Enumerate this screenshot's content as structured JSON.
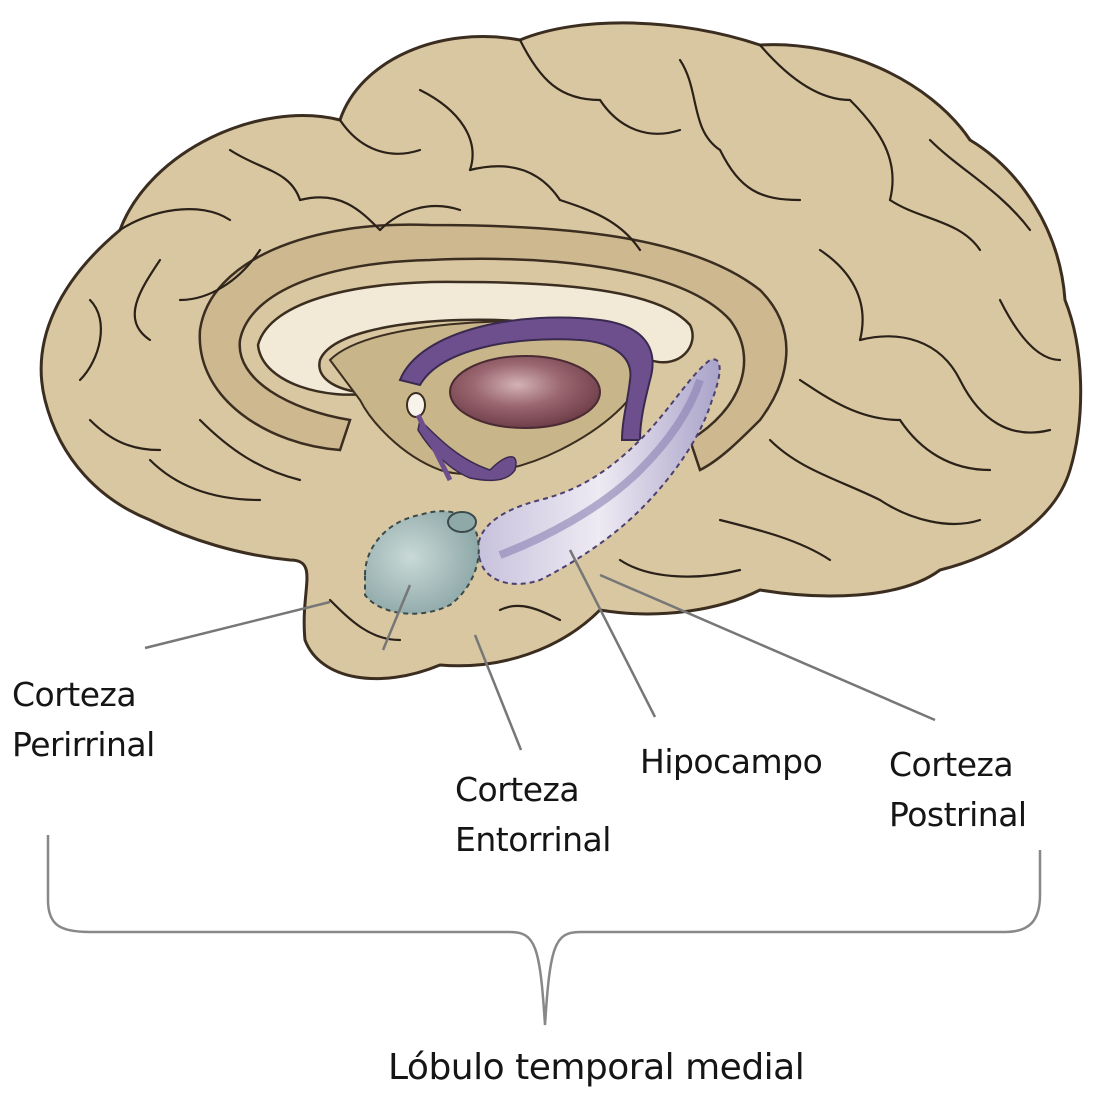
{
  "labels": {
    "perirrinal": [
      "Corteza",
      "Perirrinal"
    ],
    "entorrinal": [
      "Corteza",
      "Entorrinal"
    ],
    "hipocampo": "Hipocampo",
    "postrinal": [
      "Corteza",
      "Postrinal"
    ],
    "lobulo": "Lóbulo temporal medial"
  },
  "colors": {
    "cortex_fill": "#d9c7a1",
    "cortex_shadow": "#b59e74",
    "sulcus_line": "#2a2118",
    "corpus_callosum": "#f2ead7",
    "fornix": "#6e4f8e",
    "thalamus": "#8b5862",
    "hippocampus": "#b4b0cf",
    "perirhinal_region": "#9fb4b2",
    "leader_line": "#777777",
    "text": "#151515"
  }
}
